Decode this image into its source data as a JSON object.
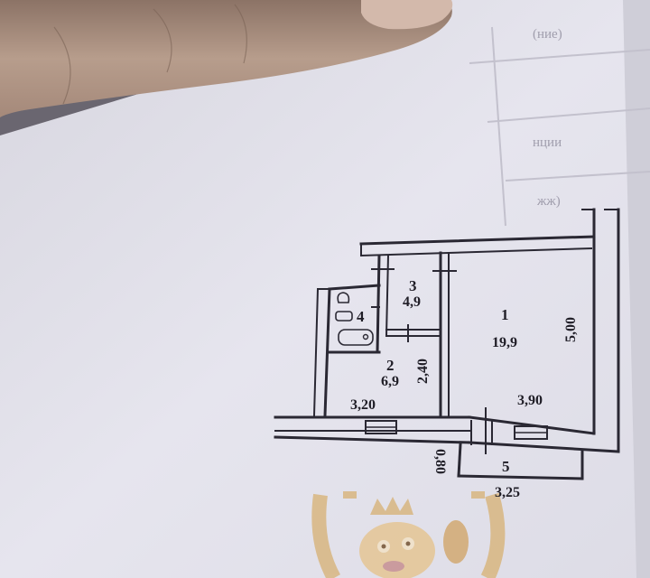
{
  "floor_plan": {
    "rooms": [
      {
        "number": "1",
        "area": "19,9"
      },
      {
        "number": "2",
        "area": "6,9"
      },
      {
        "number": "3",
        "area": "4,9"
      },
      {
        "number": "4"
      },
      {
        "number": "5"
      }
    ],
    "dimensions": {
      "bottom_left_width": "3,20",
      "bottom_right_width": "3,90",
      "right_height": "5,00",
      "corridor_height": "2,40",
      "balcony_depth": "0,80",
      "balcony_width": "3,25"
    }
  },
  "background_text": {
    "line_1": "(ние)",
    "line_2": "нции",
    "line_3": "жж)"
  },
  "colors": {
    "paper": "#e4e3ec",
    "paper_shadow": "#c9c7d2",
    "ink": "#2a2833",
    "skin": "#b99a86",
    "stamp": "#d8b47a"
  }
}
